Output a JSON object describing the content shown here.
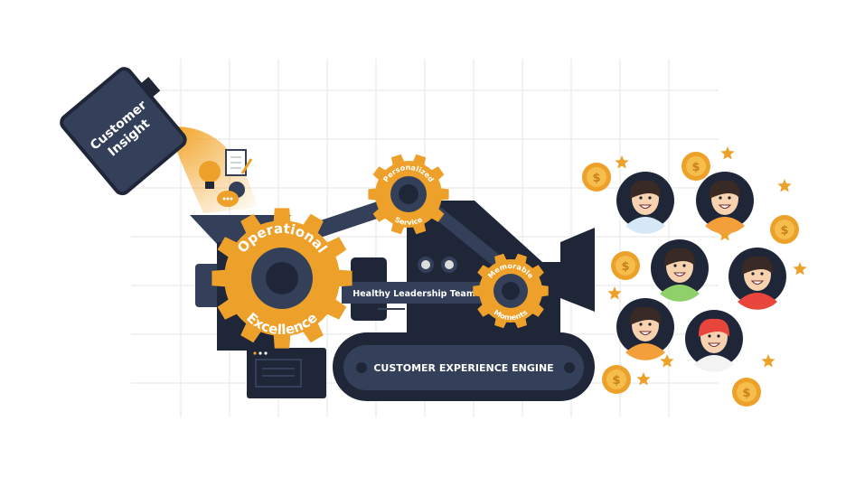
{
  "labels": {
    "canister": [
      "Customer",
      "Insight"
    ],
    "main_gear": {
      "top": "Operational",
      "bottom": "Excellence"
    },
    "small_gear": {
      "top": "Personalized",
      "bottom": "Service"
    },
    "right_gear": {
      "top": "Memorable",
      "bottom": "Moments"
    },
    "bar": "Healthy Leadership Team",
    "engine": "CUSTOMER EXPERIENCE ENGINE",
    "coin_symbol": "$"
  },
  "colors": {
    "navy": "#34405a",
    "dark": "#1f2638",
    "orange": "#eea12a",
    "grid": "#eeeeee"
  }
}
